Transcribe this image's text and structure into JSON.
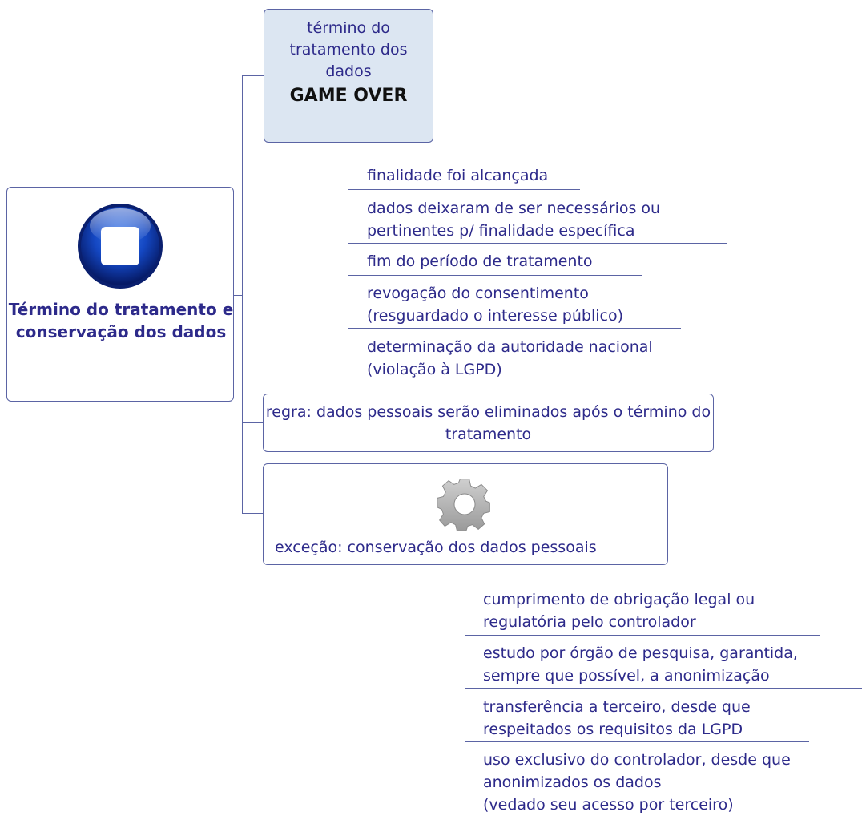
{
  "root": {
    "title": "Término do tratamento e conservação dos dados",
    "icon": "stop-icon"
  },
  "end_node": {
    "subtitle": "término do tratamento dos dados",
    "emphasis": "GAME OVER",
    "children": [
      "finalidade foi alcançada",
      "dados deixaram de ser necessários ou\npertinentes p/ finalidade específica",
      "fim do período de tratamento",
      "revogação do consentimento\n(resguardado o interesse público)",
      "determinação da autoridade nacional\n(violação à LGPD)"
    ]
  },
  "rule_node": {
    "text": "regra: dados pessoais serão eliminados após o término do tratamento"
  },
  "exception_node": {
    "text": "exceção: conservação dos dados pessoais",
    "icon": "gear-icon",
    "children": [
      "cumprimento de obrigação legal ou\nregulatória pelo controlador",
      "estudo por órgão de pesquisa, garantida,\nsempre que possível, a anonimização",
      "transferência a terceiro, desde que\nrespeitados os requisitos da LGPD",
      "uso exclusivo do controlador, desde que\nanonimizados os dados\n(vedado seu acesso por terceiro)"
    ]
  },
  "colors": {
    "text": "#2d2a8a",
    "line": "#5b64a4",
    "highlight_fill": "#dce6f2"
  }
}
